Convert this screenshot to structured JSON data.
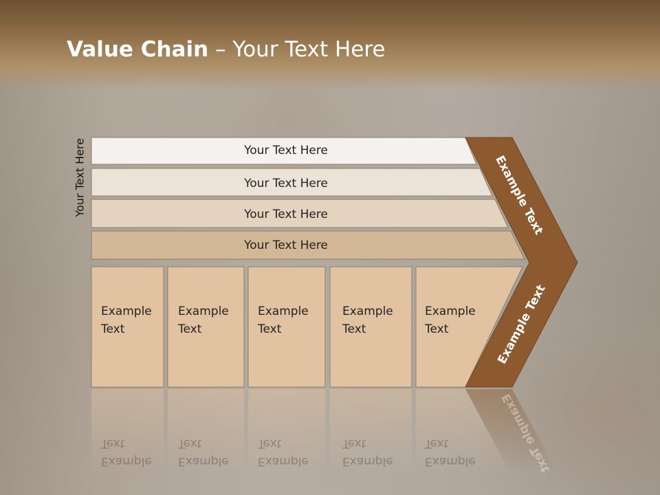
{
  "slide": {
    "title_bold": "Value Chain",
    "title_rest": " – Your Text Here",
    "side_label": "Your Text Here",
    "rows": [
      {
        "label": "Your Text Here",
        "color": "#f4f1ee"
      },
      {
        "label": "Your Text Here",
        "color": "#ece3d8"
      },
      {
        "label": "Your Text Here",
        "color": "#e3d3bf"
      },
      {
        "label": "Your Text Here",
        "color": "#d2b896"
      }
    ],
    "columns": [
      {
        "line1": "Example",
        "line2": "Text"
      },
      {
        "line1": "Example",
        "line2": "Text"
      },
      {
        "line1": "Example",
        "line2": "Text"
      },
      {
        "line1": "Example",
        "line2": "Text"
      },
      {
        "line1": "Example",
        "line2": "Text"
      }
    ],
    "column_color": "#e2c3a1",
    "chevron_upper": "Example Text",
    "chevron_lower": "Example Text",
    "chevron_color": "#8c5a2e"
  }
}
